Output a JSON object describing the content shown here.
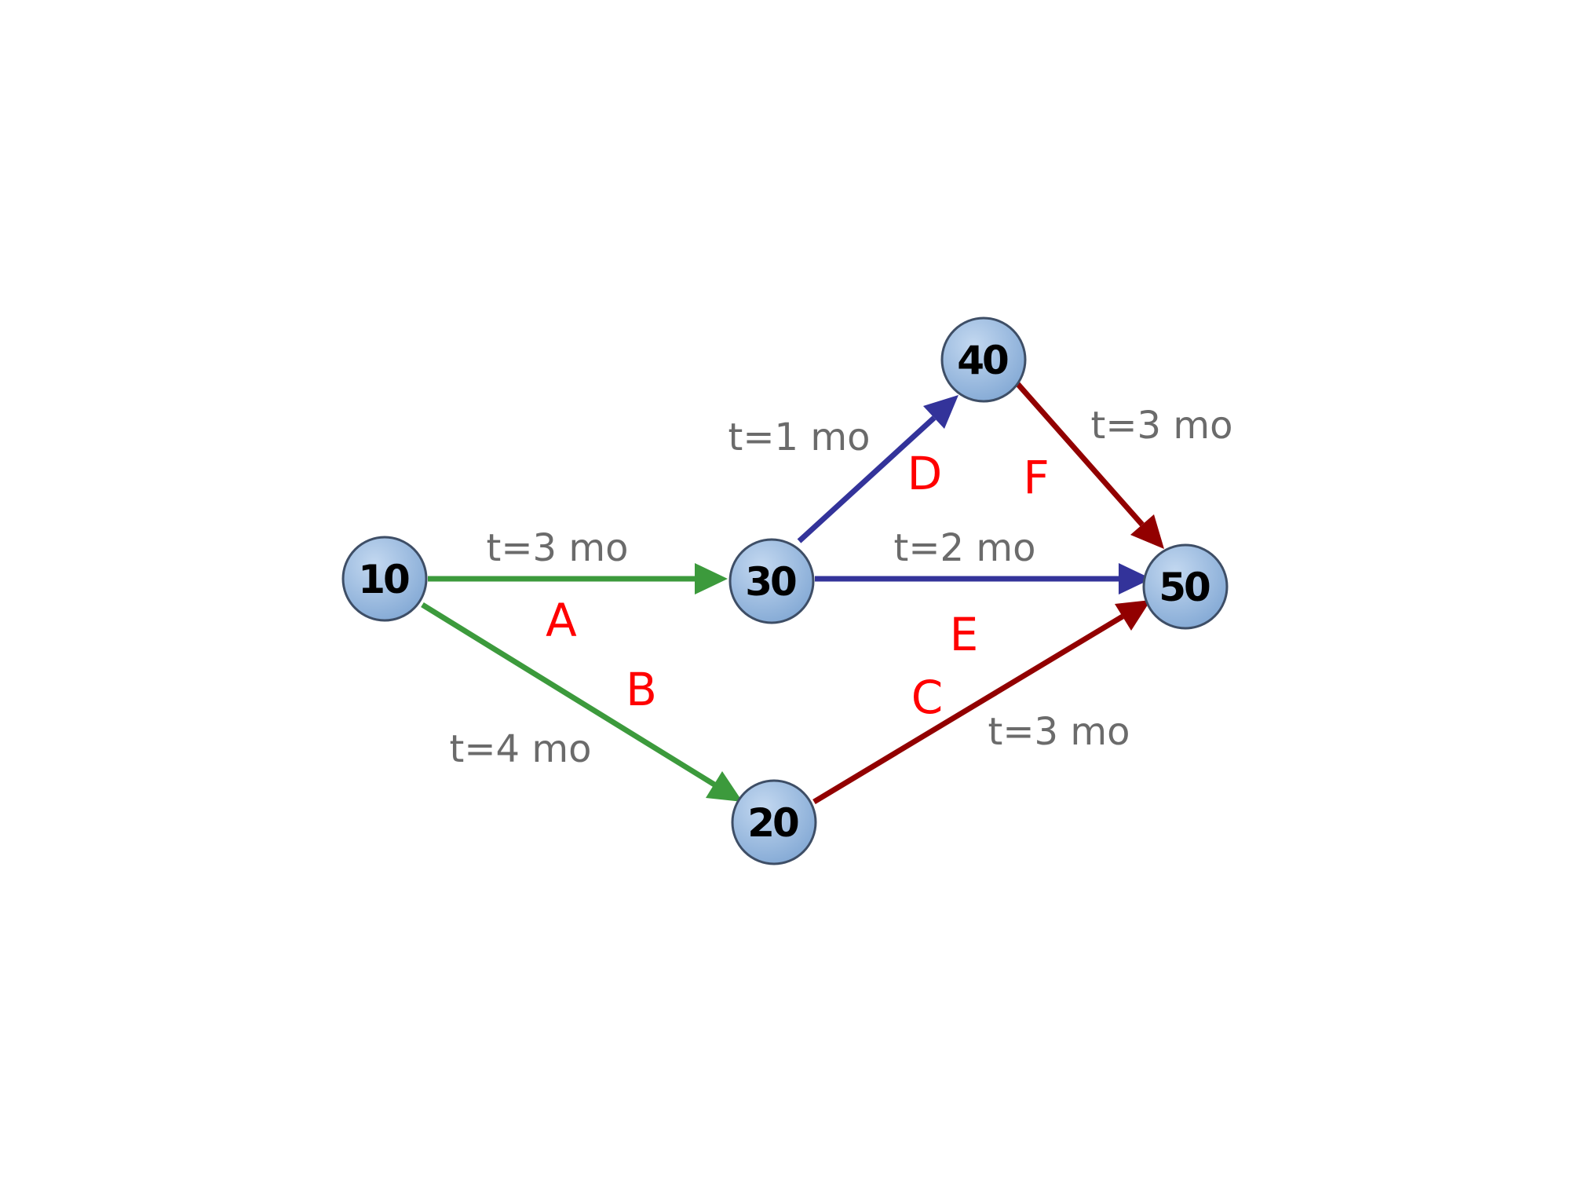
{
  "colors": {
    "green": "#3c9a3c",
    "blue": "#33339a",
    "red": "#920000",
    "node_fill": "#8fb3dc",
    "node_fill_light": "#c3d8f0",
    "node_stroke": "#3e4e66",
    "label_red": "#ff0000",
    "duration_gray": "#6b6b6b"
  },
  "nodes": [
    {
      "id": "10",
      "label": "10"
    },
    {
      "id": "20",
      "label": "20"
    },
    {
      "id": "30",
      "label": "30"
    },
    {
      "id": "40",
      "label": "40"
    },
    {
      "id": "50",
      "label": "50"
    }
  ],
  "activities": [
    {
      "id": "A",
      "label": "A",
      "from": "10",
      "to": "30",
      "duration": "t=3 mo",
      "color": "green"
    },
    {
      "id": "B",
      "label": "B",
      "from": "10",
      "to": "20",
      "duration": "t=4 mo",
      "color": "green"
    },
    {
      "id": "C",
      "label": "C",
      "from": "20",
      "to": "50",
      "duration": "t=3 mo",
      "color": "red"
    },
    {
      "id": "D",
      "label": "D",
      "from": "30",
      "to": "40",
      "duration": "t=1 mo",
      "color": "blue"
    },
    {
      "id": "E",
      "label": "E",
      "from": "30",
      "to": "50",
      "duration": "t=2 mo",
      "color": "blue"
    },
    {
      "id": "F",
      "label": "F",
      "from": "40",
      "to": "50",
      "duration": "t=3 mo",
      "color": "red"
    }
  ]
}
